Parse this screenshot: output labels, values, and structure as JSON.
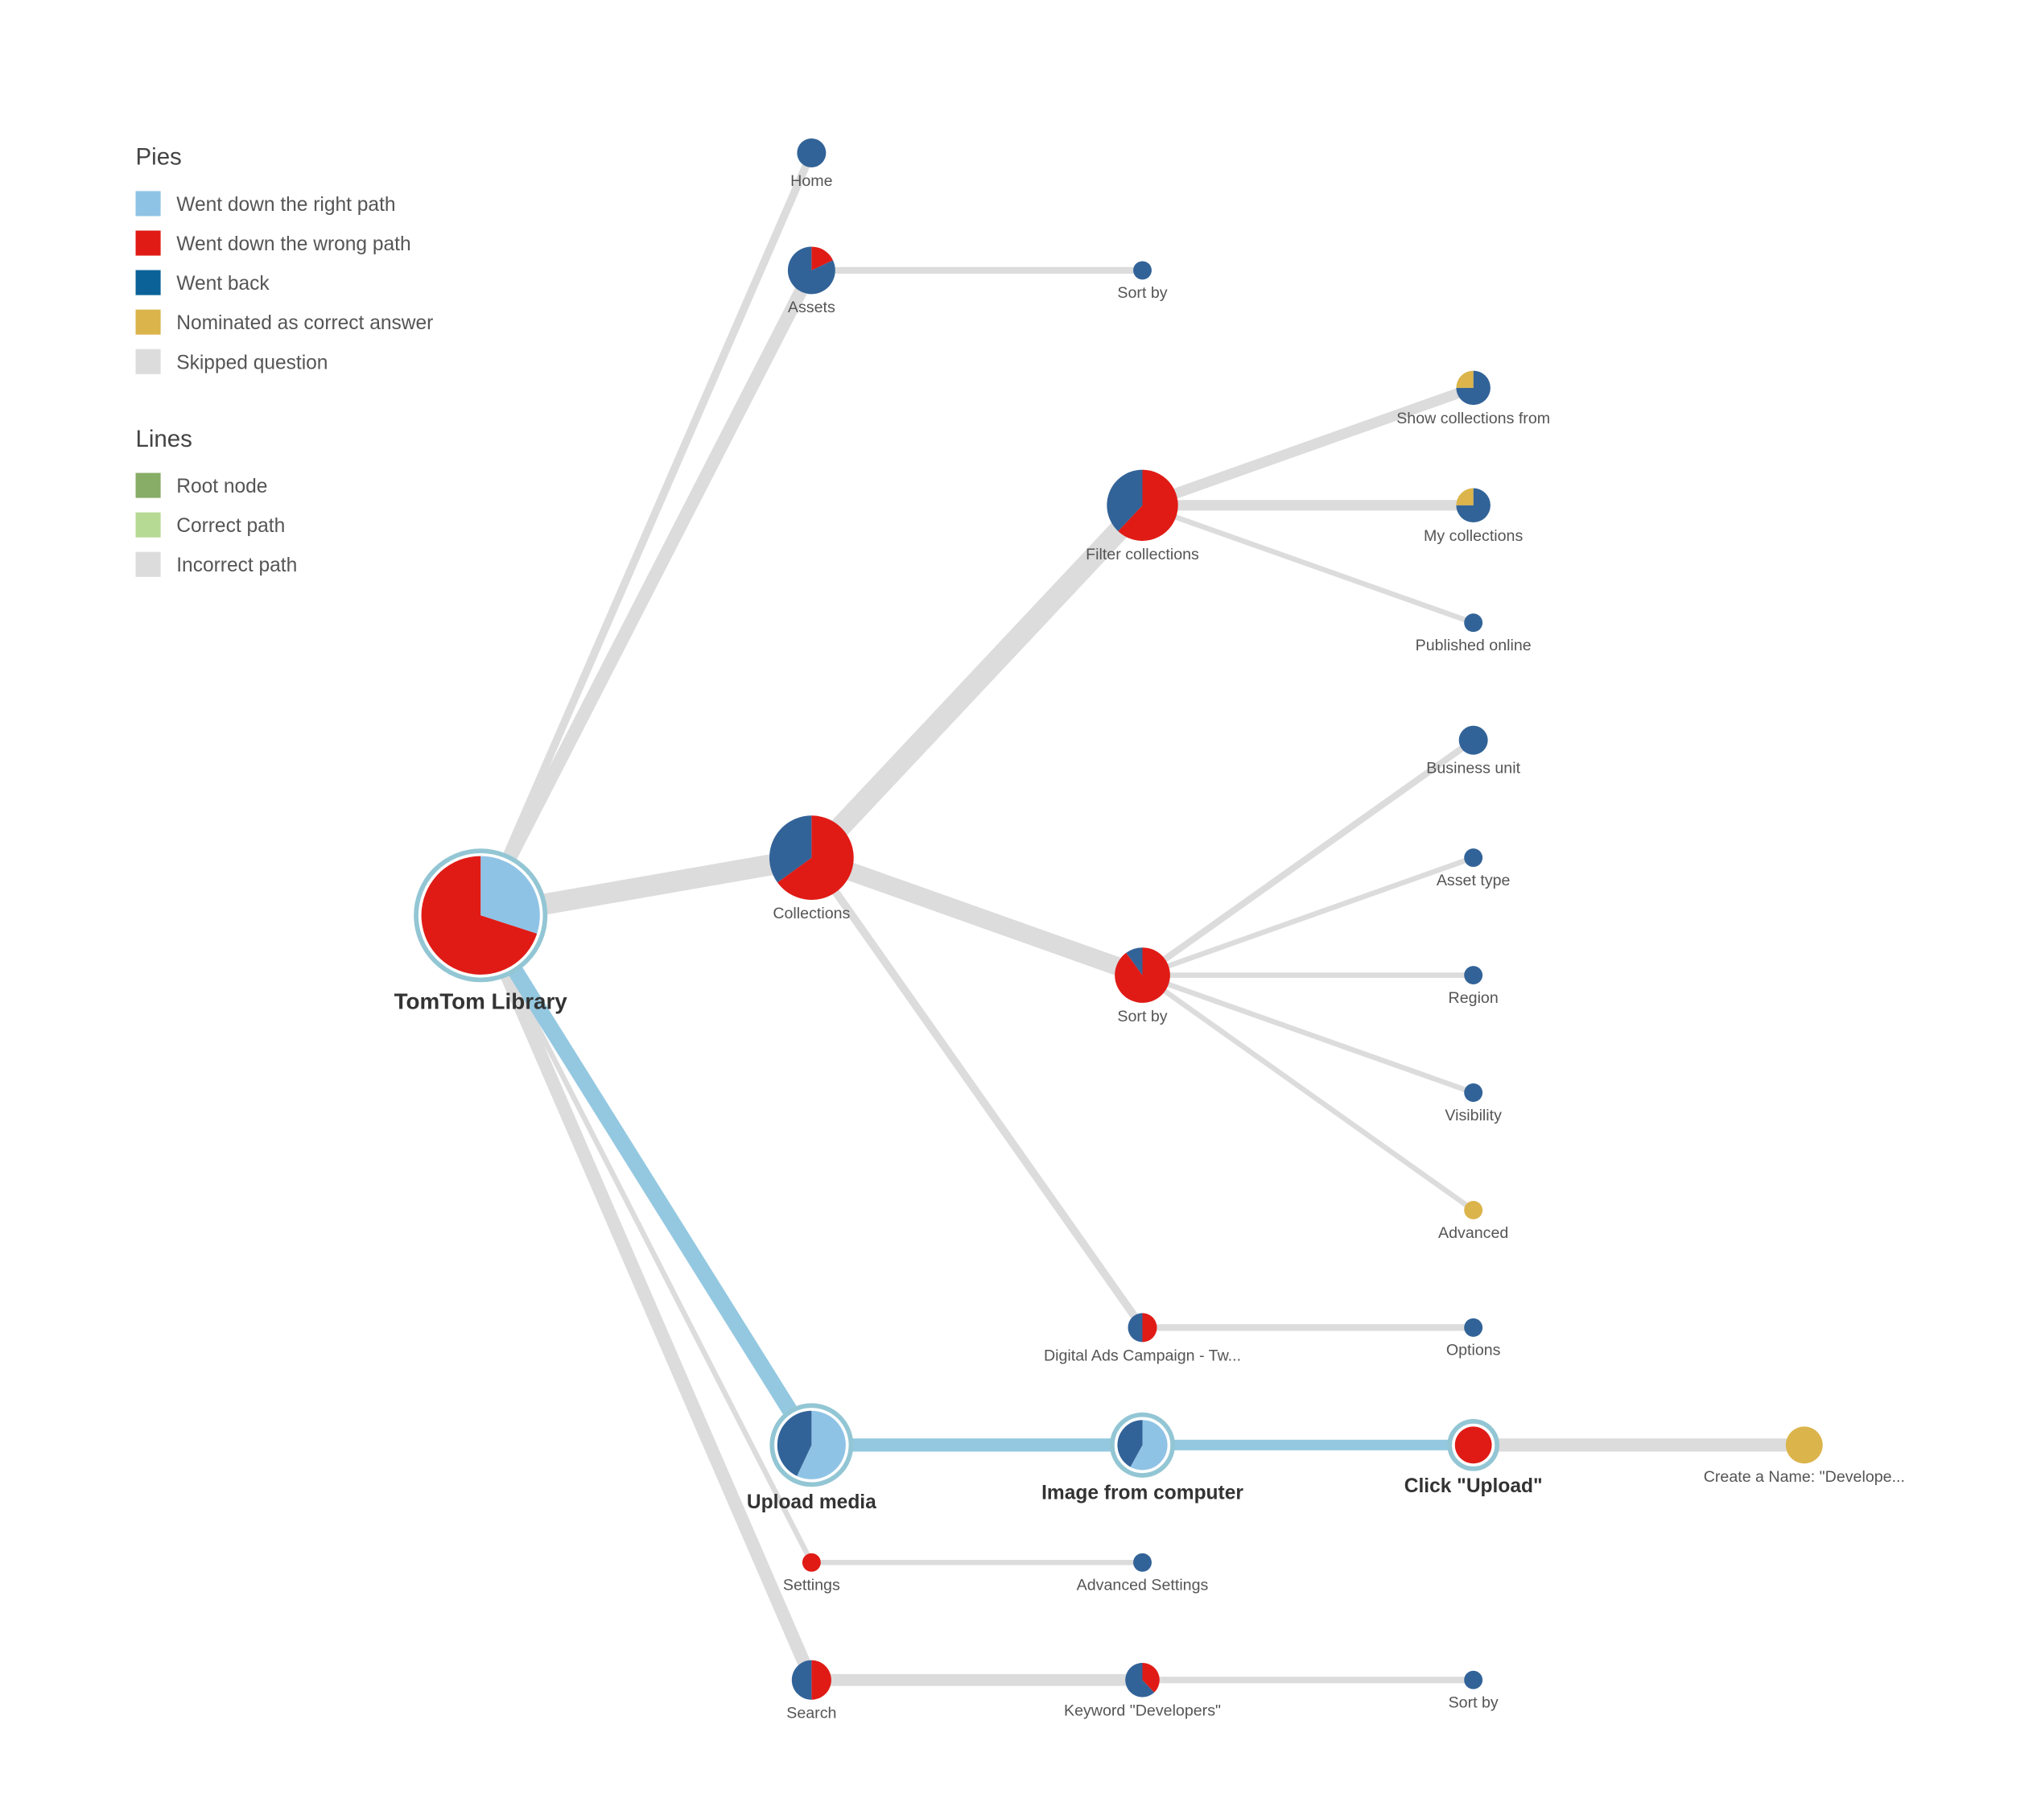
{
  "colors": {
    "right": "#8fc3e6",
    "wrong": "#e01b16",
    "back": "#326398",
    "nominated": "#dbb44b",
    "skipped": "#dcdcdc",
    "root_line": "#87ad67",
    "correct_line": "#b6d994",
    "incorrect_line": "#dcdcdc",
    "path_line": "#93c8e0",
    "ring": "#93c6d4"
  },
  "legend": {
    "pies_title": "Pies",
    "pies": [
      {
        "label": "Went down the right path",
        "color": "#8fc3e6"
      },
      {
        "label": "Went down the wrong path",
        "color": "#e01b16"
      },
      {
        "label": "Went back",
        "color": "#0a6299"
      },
      {
        "label": "Nominated as correct answer",
        "color": "#dbb44b"
      },
      {
        "label": "Skipped question",
        "color": "#dcdcdc"
      }
    ],
    "lines_title": "Lines",
    "lines": [
      {
        "label": "Root node",
        "color": "#87ad67"
      },
      {
        "label": "Correct path",
        "color": "#b6d994"
      },
      {
        "label": "Incorrect path",
        "color": "#dcdcdc"
      }
    ]
  },
  "tree": {
    "nodes": [
      {
        "id": "root",
        "label": "TomTom Library",
        "depth": 0,
        "row": 6.5,
        "size": 45,
        "correct": true,
        "root": true,
        "pie": {
          "right": 0.3,
          "wrong": 0.7
        }
      },
      {
        "id": "home",
        "label": "Home",
        "depth": 1,
        "row": 0,
        "size": 11,
        "pie": {
          "back": 1
        }
      },
      {
        "id": "assets",
        "label": "Assets",
        "depth": 1,
        "row": 1,
        "size": 18,
        "pie": {
          "wrong": 0.18,
          "back": 0.82
        }
      },
      {
        "id": "collections",
        "label": "Collections",
        "depth": 1,
        "row": 6,
        "size": 32,
        "pie": {
          "wrong": 0.65,
          "back": 0.35
        }
      },
      {
        "id": "upload",
        "label": "Upload media",
        "depth": 1,
        "row": 11,
        "size": 26,
        "correct": true,
        "pie": {
          "right": 0.57,
          "back": 0.43
        }
      },
      {
        "id": "settings",
        "label": "Settings",
        "depth": 1,
        "row": 12,
        "size": 7,
        "pie": {
          "wrong": 1
        }
      },
      {
        "id": "search",
        "label": "Search",
        "depth": 1,
        "row": 13,
        "size": 15,
        "pie": {
          "wrong": 0.5,
          "back": 0.5
        }
      },
      {
        "id": "assets_sort",
        "label": "Sort by",
        "depth": 2,
        "row": 1,
        "size": 7,
        "pie": {
          "back": 1
        }
      },
      {
        "id": "filter",
        "label": "Filter collections",
        "depth": 2,
        "row": 3,
        "size": 27,
        "pie": {
          "wrong": 0.62,
          "back": 0.38
        }
      },
      {
        "id": "coll_sort",
        "label": "Sort by",
        "depth": 2,
        "row": 7,
        "size": 21,
        "pie": {
          "wrong": 0.9,
          "back": 0.1
        }
      },
      {
        "id": "digital",
        "label": "Digital Ads Campaign - Tw...",
        "depth": 2,
        "row": 10,
        "size": 11,
        "pie": {
          "wrong": 0.5,
          "back": 0.5
        }
      },
      {
        "id": "image",
        "label": "Image from computer",
        "depth": 2,
        "row": 11,
        "size": 19,
        "correct": true,
        "pie": {
          "right": 0.58,
          "back": 0.42
        }
      },
      {
        "id": "adv_settings",
        "label": "Advanced Settings",
        "depth": 2,
        "row": 12,
        "size": 7,
        "pie": {
          "back": 1
        }
      },
      {
        "id": "keyword",
        "label": "Keyword \"Developers\"",
        "depth": 2,
        "row": 13,
        "size": 13,
        "pie": {
          "wrong": 0.38,
          "back": 0.62
        }
      },
      {
        "id": "show_coll",
        "label": "Show collections from",
        "depth": 3,
        "row": 2,
        "size": 13,
        "pie": {
          "back": 0.75,
          "nominated": 0.25
        }
      },
      {
        "id": "my_coll",
        "label": "My collections",
        "depth": 3,
        "row": 3,
        "size": 13,
        "pie": {
          "back": 0.75,
          "nominated": 0.25
        }
      },
      {
        "id": "published",
        "label": "Published online",
        "depth": 3,
        "row": 4,
        "size": 7,
        "pie": {
          "back": 1
        }
      },
      {
        "id": "business",
        "label": "Business unit",
        "depth": 3,
        "row": 5,
        "size": 11,
        "pie": {
          "back": 1
        }
      },
      {
        "id": "asset_type",
        "label": "Asset type",
        "depth": 3,
        "row": 6,
        "size": 7,
        "pie": {
          "back": 1
        }
      },
      {
        "id": "region",
        "label": "Region",
        "depth": 3,
        "row": 7,
        "size": 7,
        "pie": {
          "back": 1
        }
      },
      {
        "id": "visibility",
        "label": "Visibility",
        "depth": 3,
        "row": 8,
        "size": 7,
        "pie": {
          "back": 1
        }
      },
      {
        "id": "advanced",
        "label": "Advanced",
        "depth": 3,
        "row": 9,
        "size": 7,
        "pie": {
          "nominated": 1
        }
      },
      {
        "id": "options",
        "label": "Options",
        "depth": 3,
        "row": 10,
        "size": 7,
        "pie": {
          "back": 1
        }
      },
      {
        "id": "click_upload",
        "label": "Click \"Upload\"",
        "depth": 3,
        "row": 11,
        "size": 14,
        "correct": true,
        "pie": {
          "wrong": 1
        }
      },
      {
        "id": "kw_sort",
        "label": "Sort by",
        "depth": 3,
        "row": 13,
        "size": 7,
        "pie": {
          "back": 1
        }
      },
      {
        "id": "create_name",
        "label": "Create a Name: \"Develope...",
        "depth": 4,
        "row": 11,
        "size": 14,
        "pie": {
          "nominated": 1
        }
      }
    ],
    "edges": [
      {
        "from": "root",
        "to": "home",
        "weight": 6
      },
      {
        "from": "root",
        "to": "assets",
        "weight": 10
      },
      {
        "from": "root",
        "to": "collections",
        "weight": 16
      },
      {
        "from": "root",
        "to": "settings",
        "weight": 4
      },
      {
        "from": "root",
        "to": "search",
        "weight": 10
      },
      {
        "from": "root",
        "to": "upload",
        "weight": 12,
        "correct": true
      },
      {
        "from": "assets",
        "to": "assets_sort",
        "weight": 5
      },
      {
        "from": "collections",
        "to": "filter",
        "weight": 16
      },
      {
        "from": "collections",
        "to": "coll_sort",
        "weight": 14
      },
      {
        "from": "collections",
        "to": "digital",
        "weight": 6
      },
      {
        "from": "filter",
        "to": "show_coll",
        "weight": 8
      },
      {
        "from": "filter",
        "to": "my_coll",
        "weight": 8
      },
      {
        "from": "filter",
        "to": "published",
        "weight": 4
      },
      {
        "from": "coll_sort",
        "to": "business",
        "weight": 5
      },
      {
        "from": "coll_sort",
        "to": "asset_type",
        "weight": 4
      },
      {
        "from": "coll_sort",
        "to": "region",
        "weight": 4
      },
      {
        "from": "coll_sort",
        "to": "visibility",
        "weight": 4
      },
      {
        "from": "coll_sort",
        "to": "advanced",
        "weight": 4
      },
      {
        "from": "digital",
        "to": "options",
        "weight": 5
      },
      {
        "from": "upload",
        "to": "image",
        "weight": 10,
        "correct": true
      },
      {
        "from": "image",
        "to": "click_upload",
        "weight": 8,
        "correct": true
      },
      {
        "from": "click_upload",
        "to": "create_name",
        "weight": 10
      },
      {
        "from": "settings",
        "to": "adv_settings",
        "weight": 4
      },
      {
        "from": "search",
        "to": "keyword",
        "weight": 9
      },
      {
        "from": "keyword",
        "to": "kw_sort",
        "weight": 5
      }
    ]
  }
}
